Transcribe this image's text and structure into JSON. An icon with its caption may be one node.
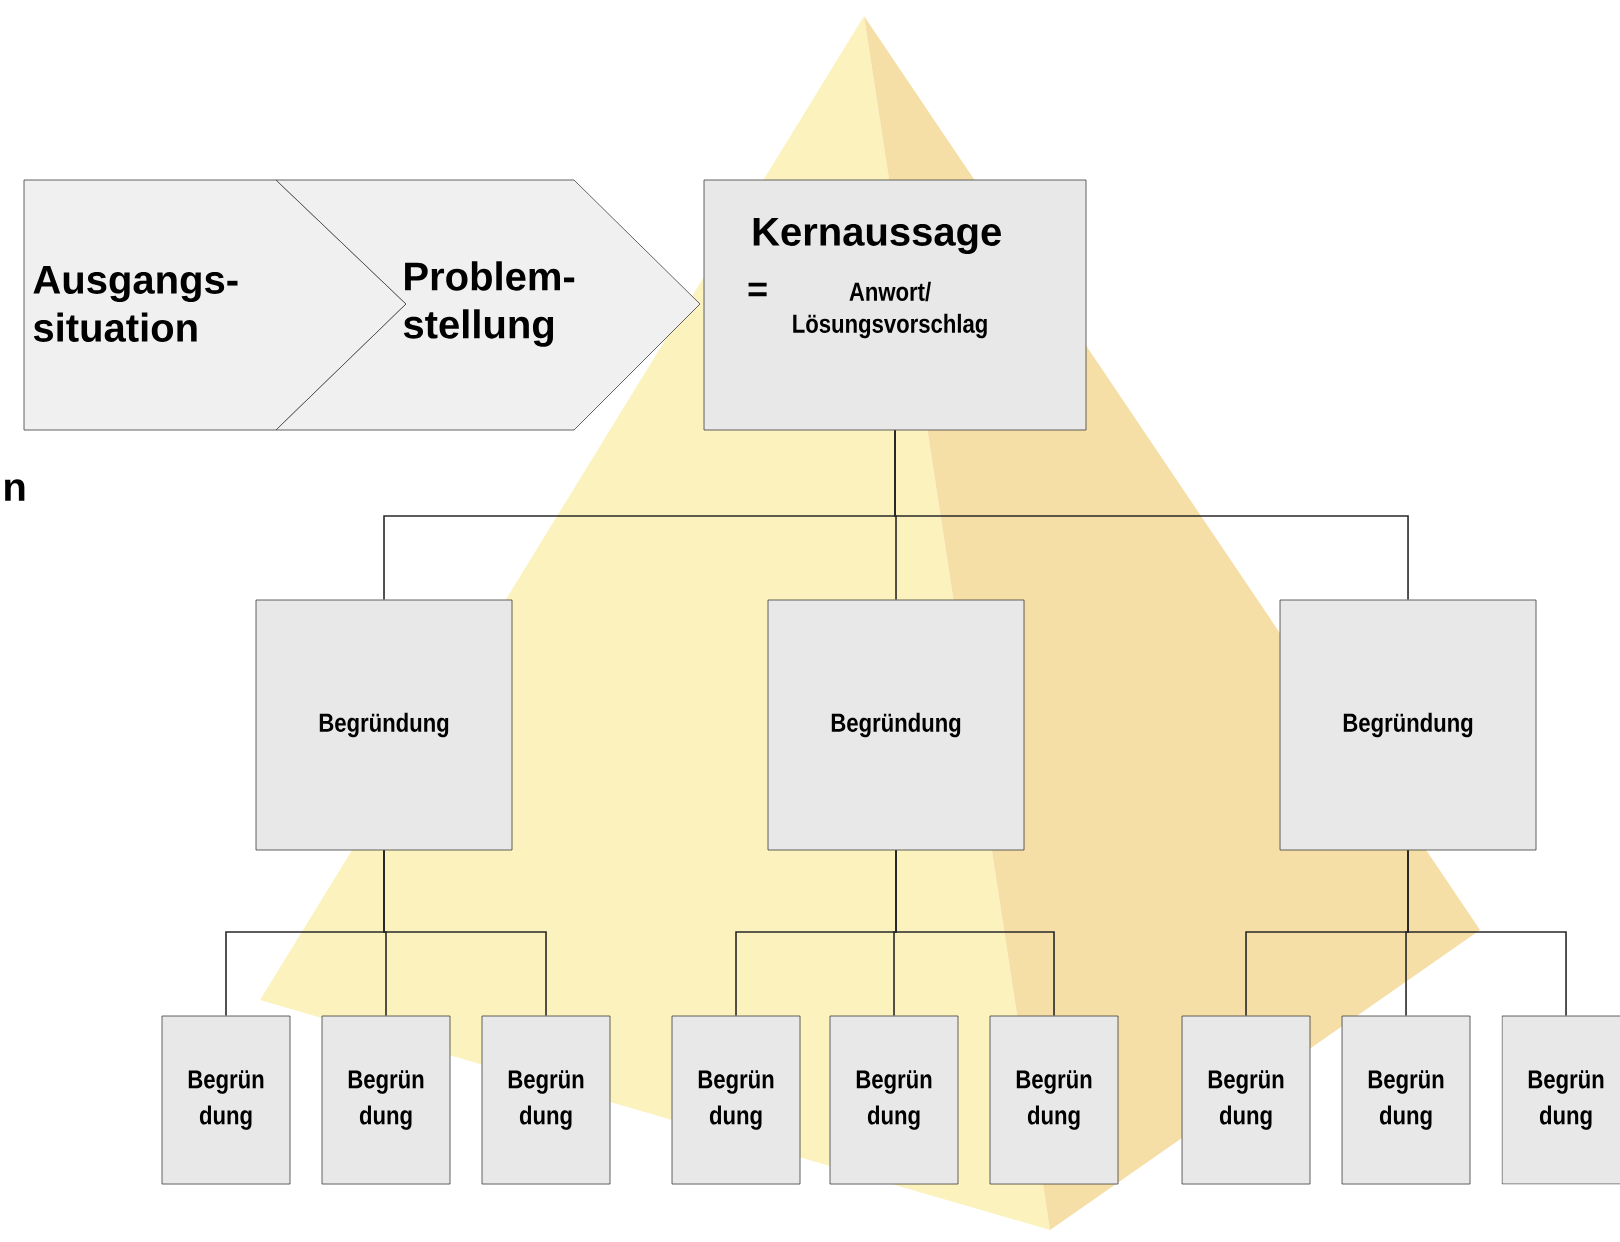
{
  "diagram": {
    "nodes": [
      {
        "text": [
          "Ausgangs- situation"
        ]
      },
      {
        "text": [
          "Problem- stellung"
        ]
      },
      {
        "text": [
          "Kernaussage",
          "=",
          "Anwort/ Lösungsvorschlag"
        ]
      },
      {
        "text": [
          "Begründung"
        ]
      },
      {
        "text": [
          "Begründung"
        ]
      },
      {
        "text": [
          "Begründung"
        ]
      },
      {
        "text": [
          "Begrün dung"
        ]
      },
      {
        "text": [
          "Begrün dung"
        ]
      },
      {
        "text": [
          "Begrün dung"
        ]
      },
      {
        "text": [
          "Begrün dung"
        ]
      },
      {
        "text": [
          "Begrün dung"
        ]
      },
      {
        "text": [
          "Begrün dung"
        ]
      },
      {
        "text": [
          "Begrün dung"
        ]
      },
      {
        "text": [
          "Begrün dung"
        ]
      },
      {
        "text": [
          "Begrün dung"
        ]
      }
    ],
    "edges": [
      {
        "from": 2,
        "to": 3,
        "arrow": "none"
      },
      {
        "from": 2,
        "to": 4,
        "arrow": "none"
      },
      {
        "from": 2,
        "to": 5,
        "arrow": "none"
      },
      {
        "from": 3,
        "to": 6,
        "arrow": "none"
      },
      {
        "from": 3,
        "to": 7,
        "arrow": "none"
      },
      {
        "from": 3,
        "to": 8,
        "arrow": "none"
      },
      {
        "from": 4,
        "to": 9,
        "arrow": "none"
      },
      {
        "from": 4,
        "to": 10,
        "arrow": "none"
      },
      {
        "from": 4,
        "to": 11,
        "arrow": "none"
      },
      {
        "from": 5,
        "to": 12,
        "arrow": "none"
      },
      {
        "from": 5,
        "to": 13,
        "arrow": "none"
      },
      {
        "from": 5,
        "to": 14,
        "arrow": "none"
      }
    ],
    "labels": [
      "n"
    ]
  }
}
